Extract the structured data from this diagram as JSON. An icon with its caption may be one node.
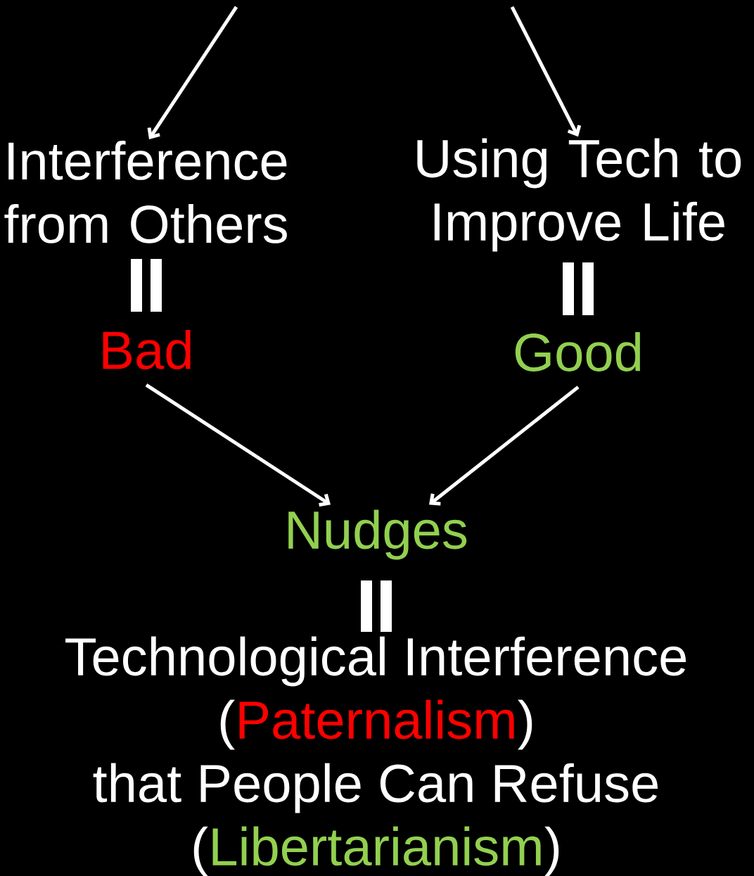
{
  "diagram": {
    "nodes": [
      {
        "text": [
          "Interference from Others"
        ]
      },
      {
        "text": [
          "Bad"
        ]
      },
      {
        "text": [
          "Using Tech to Improve Life"
        ]
      },
      {
        "text": [
          "Good"
        ]
      },
      {
        "text": [
          "Nudges"
        ]
      },
      {
        "text": [
          "Technological Interference",
          "(",
          "Paternalism",
          ")",
          "that People Can Refuse",
          "(",
          "Libertarianism",
          ")"
        ]
      }
    ],
    "edges": [
      {
        "from": null,
        "to": 0,
        "arrow": "to"
      },
      {
        "from": null,
        "to": 2,
        "arrow": "to"
      },
      {
        "from": 1,
        "to": 4,
        "arrow": "to"
      },
      {
        "from": 3,
        "to": 4,
        "arrow": "to"
      }
    ]
  }
}
